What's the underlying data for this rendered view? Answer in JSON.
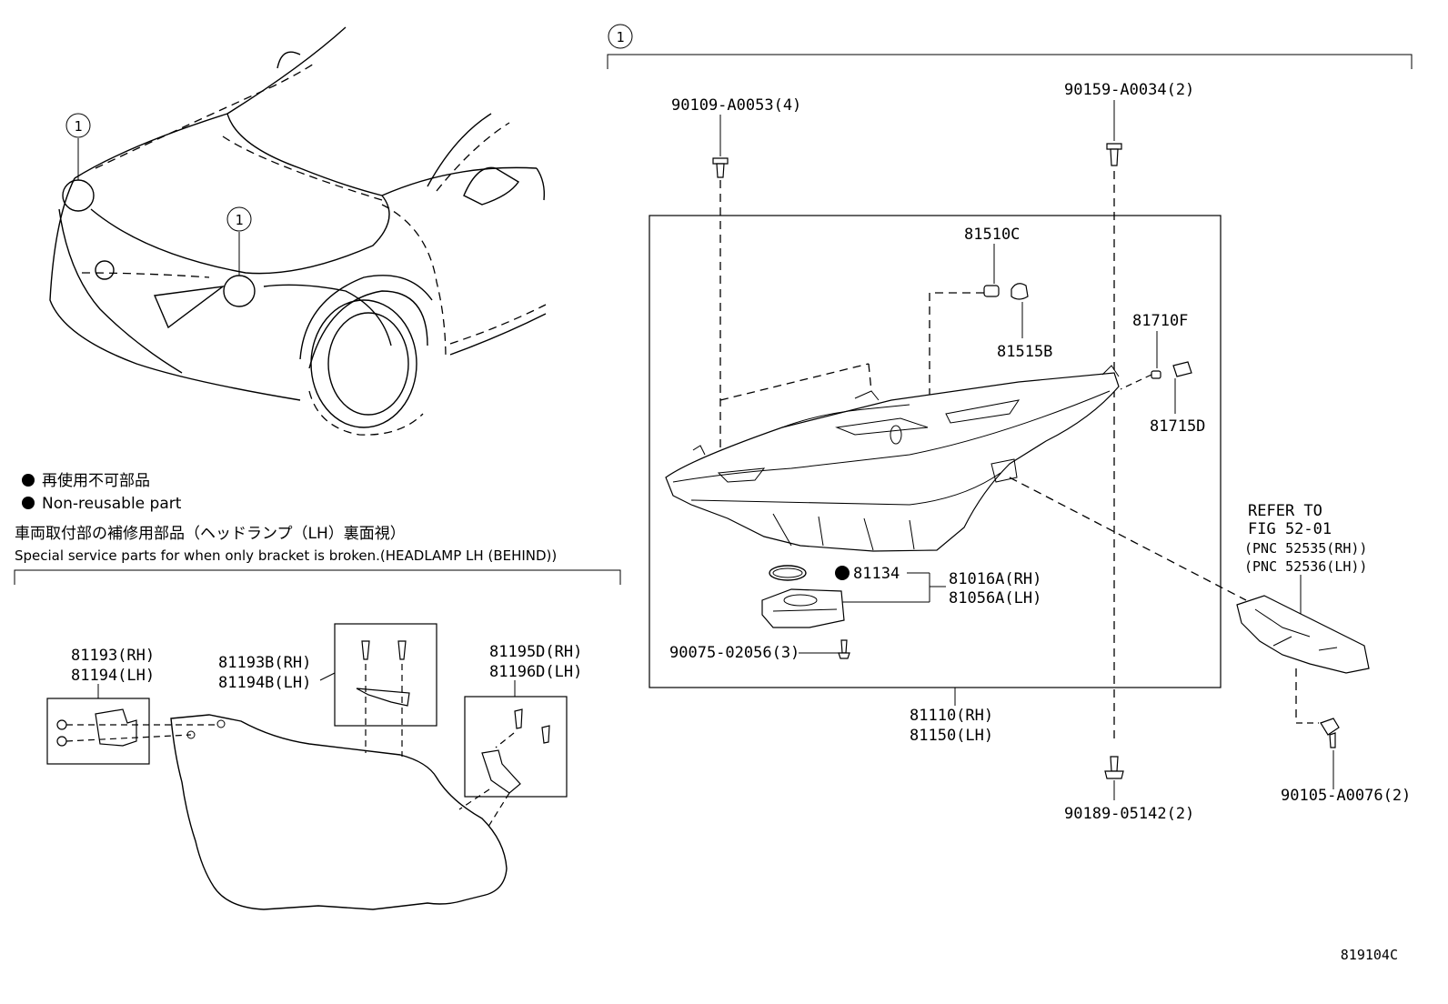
{
  "figure_code": "819104C",
  "callout_number": "1",
  "legend": {
    "non_reusable_jp": "再使用不可部品",
    "non_reusable_en": "Non-reusable part",
    "service_parts_jp": "車両取付部の補修用部品（ヘッドランプ（LH）裏面視）",
    "service_parts_en": "Special service parts for when only bracket is broken.(HEADLAMP LH (BEHIND))"
  },
  "parts": {
    "p90109": "90109-A0053(4)",
    "p90159": "90159-A0034(2)",
    "p81510C": "81510C",
    "p81515B": "81515B",
    "p81710F": "81710F",
    "p81715D": "81715D",
    "p81134": "81134",
    "p81016A": "81016A(RH)",
    "p81056A": "81056A(LH)",
    "p90075": "90075-02056(3)",
    "p81110": "81110(RH)",
    "p81150": "81150(LH)",
    "p90189": "90189-05142(2)",
    "p90105": "90105-A0076(2)",
    "refer_line1": "REFER TO",
    "refer_line2": "FIG 52-01",
    "refer_line3": "(PNC 52535(RH))",
    "refer_line4": "(PNC 52536(LH))",
    "p81193": "81193(RH)",
    "p81194": "81194(LH)",
    "p81193B": "81193B(RH)",
    "p81194B": "81194B(LH)",
    "p81195D": "81195D(RH)",
    "p81196D": "81196D(LH)"
  }
}
